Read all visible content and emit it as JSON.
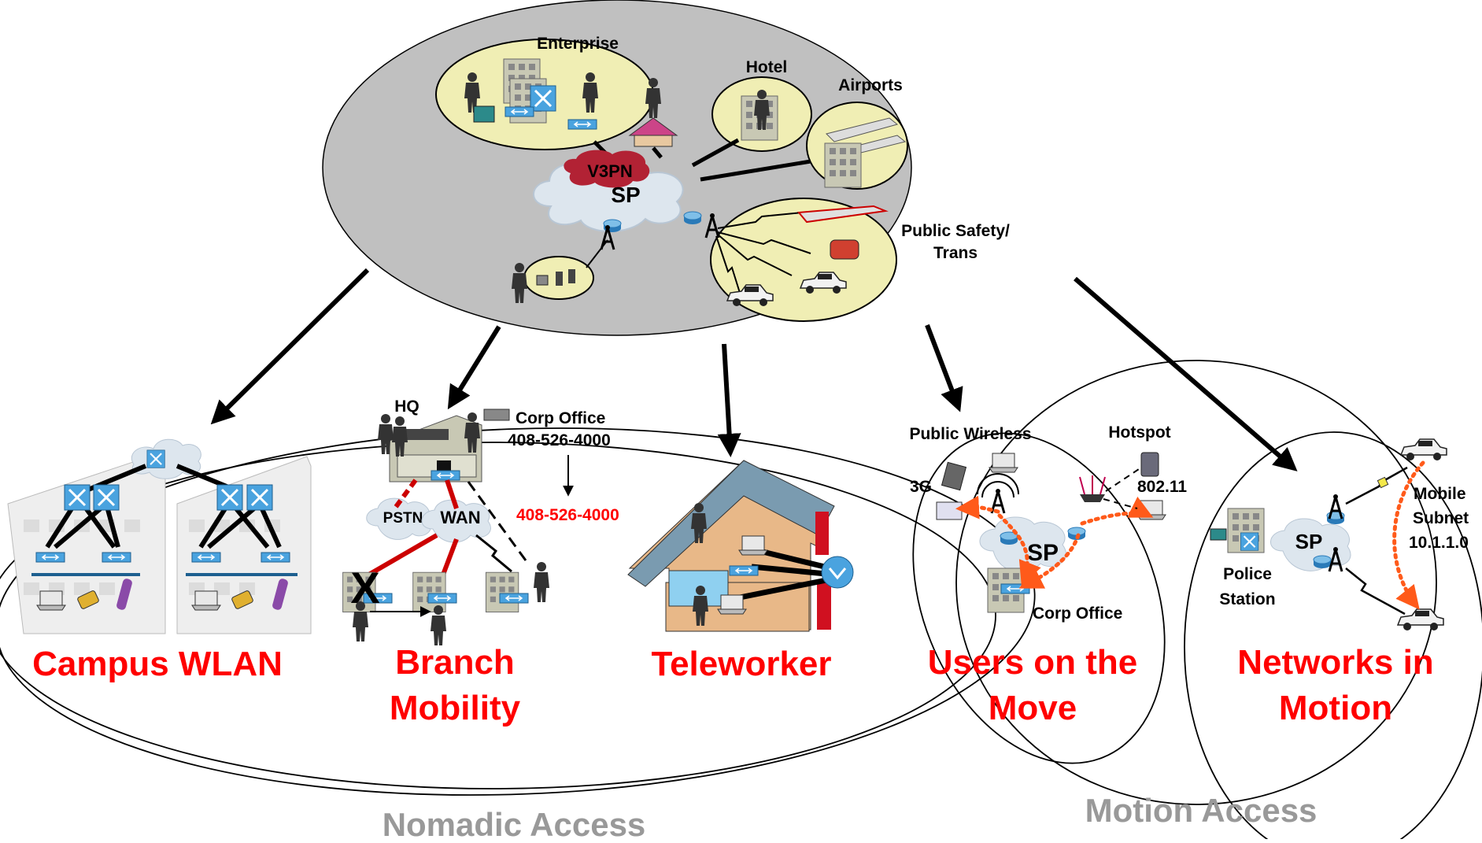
{
  "colors": {
    "top_ellipse_fill": "#c0c0c0",
    "sub_ellipse_fill": "#f0eeb4",
    "cloud": "#dde6ee",
    "v3pn_cloud": "#b22234",
    "category_red": "#ff0000",
    "access_grey": "#999999",
    "link_red": "#cc0000",
    "wireless_orange": "#ff5a1a"
  },
  "top": {
    "enterprise": "Enterprise",
    "hotel": "Hotel",
    "airports": "Airports",
    "v3pn": "V3PN",
    "sp": "SP",
    "public_safety_line1": "Public Safety/",
    "public_safety_line2": "Trans"
  },
  "branch": {
    "hq": "HQ",
    "corp_office": "Corp Office",
    "corp_number": "408-526-4000",
    "pstn": "PSTN",
    "wan": "WAN",
    "forward_number": "408-526-4000",
    "failure_mark": "X"
  },
  "users": {
    "public_wireless": "Public Wireless",
    "hotspot": "Hotspot",
    "g3": "3G",
    "wifi": "802.11",
    "sp": "SP",
    "corp_office": "Corp Office"
  },
  "motion": {
    "sp": "SP",
    "police_line1": "Police",
    "police_line2": "Station",
    "mobile_line1": "Mobile",
    "mobile_line2": "Subnet",
    "mobile_line3": "10.1.1.0"
  },
  "categories": {
    "campus": "Campus WLAN",
    "branch_line1": "Branch",
    "branch_line2": "Mobility",
    "teleworker": "Teleworker",
    "users_line1": "Users on the",
    "users_line2": "Move",
    "networks_line1": "Networks in",
    "networks_line2": "Motion"
  },
  "access": {
    "nomadic": "Nomadic Access",
    "motion": "Motion Access"
  }
}
